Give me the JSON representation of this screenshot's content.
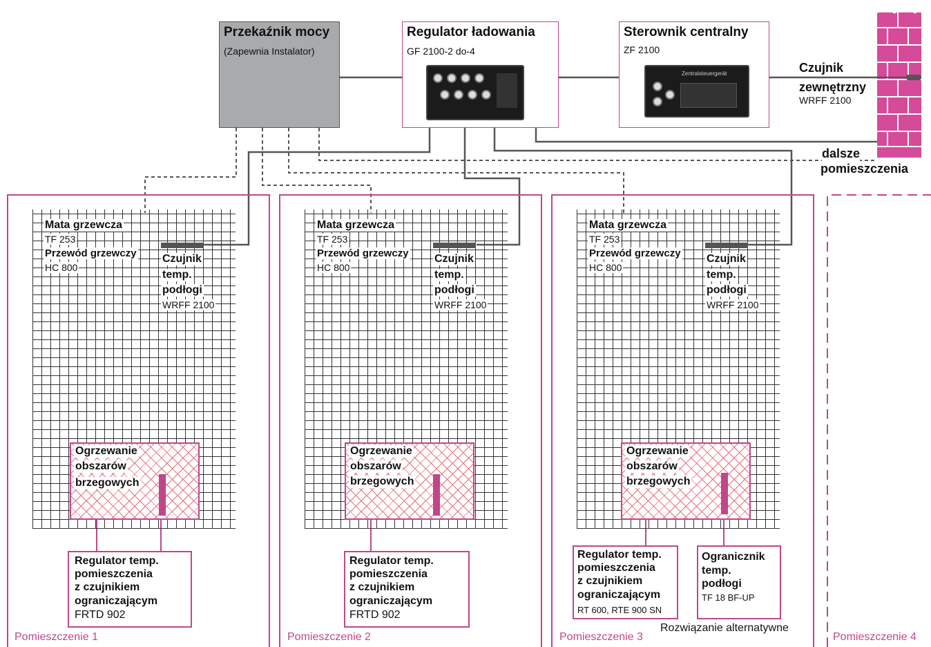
{
  "relay": {
    "title": "Przekaźnik mocy",
    "note": "(Zapewnia Instalator)"
  },
  "charge_controller": {
    "title": "Regulator ładowania",
    "model": "GF 2100-2 do-4"
  },
  "central_controller": {
    "title": "Sterownik centralny",
    "model": "ZF 2100",
    "device_label": "Zentralsteuergerät"
  },
  "outdoor_sensor": {
    "line1": "Czujnik",
    "line2": "zewnętrzny",
    "model": "WRFF 2100"
  },
  "further_rooms": {
    "line1": "dalsze",
    "line2": "pomieszczenia"
  },
  "rooms": [
    {
      "mat_title": "Mata grzewcza",
      "mat_model": "TF 253",
      "cable_title": "Przewód grzewczy",
      "cable_model": "HC 800",
      "sensor_l1": "Czujnik",
      "sensor_l2": "temp.",
      "sensor_l3": "podłogi",
      "sensor_model": "WRFF 2100",
      "edge_l1": "Ogrzewanie",
      "edge_l2": "obszarów",
      "edge_l3": "brzegowych",
      "reg_l1": "Regulator temp.",
      "reg_l2": "pomieszczenia",
      "reg_l3": "z czujnikiem",
      "reg_l4": "ograniczającym",
      "reg_model": "FRTD 902",
      "room_label": "Pomieszczenie 1"
    },
    {
      "mat_title": "Mata grzewcza",
      "mat_model": "TF 253",
      "cable_title": "Przewód grzewczy",
      "cable_model": "HC 800",
      "sensor_l1": "Czujnik",
      "sensor_l2": "temp.",
      "sensor_l3": "podłogi",
      "sensor_model": "WRFF 2100",
      "edge_l1": "Ogrzewanie",
      "edge_l2": "obszarów",
      "edge_l3": "brzegowych",
      "reg_l1": "Regulator temp.",
      "reg_l2": "pomieszczenia",
      "reg_l3": "z czujnikiem",
      "reg_l4": "ograniczającym",
      "reg_model": "FRTD 902",
      "room_label": "Pomieszczenie 2"
    },
    {
      "mat_title": "Mata grzewcza",
      "mat_model": "TF 253",
      "cable_title": "Przewód grzewczy",
      "cable_model": "HC 800",
      "sensor_l1": "Czujnik",
      "sensor_l2": "temp.",
      "sensor_l3": "podłogi",
      "sensor_model": "WRFF 2100",
      "edge_l1": "Ogrzewanie",
      "edge_l2": "obszarów",
      "edge_l3": "brzegowych",
      "reg_l1": "Regulator temp.",
      "reg_l2": "pomieszczenia",
      "reg_l3": "z czujnikiem",
      "reg_l4": "ograniczającym",
      "reg_model": "RT 600, RTE 900 SN",
      "room_label": "Pomieszczenie 3"
    }
  ],
  "limiter": {
    "l1": "Ogranicznik",
    "l2": "temp.",
    "l3": "podłogi",
    "model": "TF 18 BF-UP"
  },
  "alternative": "Rozwiązanie alternatywne",
  "room4_label": "Pomieszczenie 4",
  "colors": {
    "accent": "#c0468a",
    "hatch": "#e8707a",
    "relay_fill": "#a9aaac",
    "wall": "#d64a9a"
  }
}
